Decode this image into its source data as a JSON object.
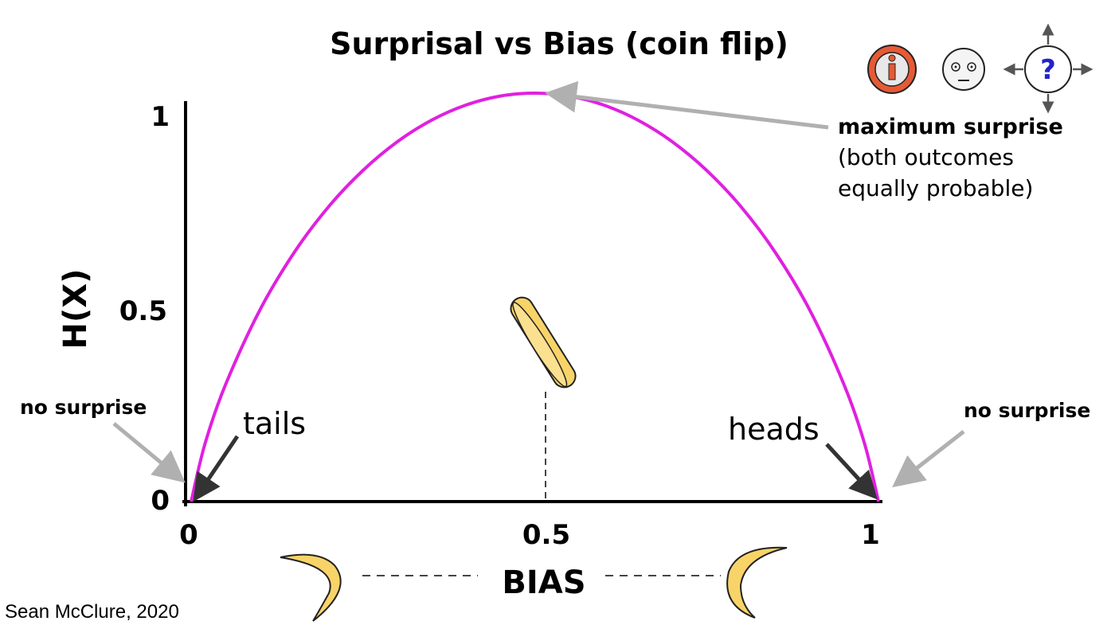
{
  "chart_data": {
    "type": "line",
    "title": "Surprisal vs Bias (coin flip)",
    "xlabel": "BIAS",
    "ylabel": "H(X)",
    "xlim": [
      0,
      1
    ],
    "ylim": [
      0,
      1
    ],
    "x_ticks": [
      "0",
      "0.5",
      "1"
    ],
    "y_ticks": [
      "0",
      "0.5",
      "1"
    ],
    "grid": false,
    "legend": "none",
    "series": [
      {
        "color": "#e020e0",
        "x": [
          0,
          0.02,
          0.05,
          0.1,
          0.15,
          0.2,
          0.25,
          0.3,
          0.35,
          0.4,
          0.45,
          0.5,
          0.55,
          0.6,
          0.65,
          0.7,
          0.75,
          0.8,
          0.85,
          0.9,
          0.95,
          0.98,
          1
        ],
        "y": [
          0,
          0.141,
          0.286,
          0.469,
          0.61,
          0.722,
          0.811,
          0.881,
          0.934,
          0.971,
          0.993,
          1,
          0.993,
          0.971,
          0.934,
          0.881,
          0.811,
          0.722,
          0.61,
          0.469,
          0.286,
          0.141,
          0
        ]
      }
    ],
    "annotations": {
      "maximum_surprise_bold": "maximum surprise",
      "maximum_surprise_line1": "(both outcomes",
      "maximum_surprise_line2": "equally probable)",
      "tails": "tails",
      "heads": "heads",
      "no_surprise_left": "no surprise",
      "no_surprise_right": "no surprise"
    }
  },
  "credit": "Sean McClure, 2020",
  "icons": {
    "info_icon": "info-icon",
    "face_icon": "neutral-face-icon",
    "question_icon": "question-compass-icon",
    "coin_icon": "coin-icon",
    "moon_left": "crescent-moon-icon",
    "moon_right": "crescent-moon-icon"
  },
  "colors": {
    "curve": "#e020e0",
    "coin": "#f8d468",
    "info_red": "#e65a35",
    "question_blue": "#2222cc",
    "arrow_gray": "#b0b0b0",
    "arrow_dark": "#333333"
  }
}
